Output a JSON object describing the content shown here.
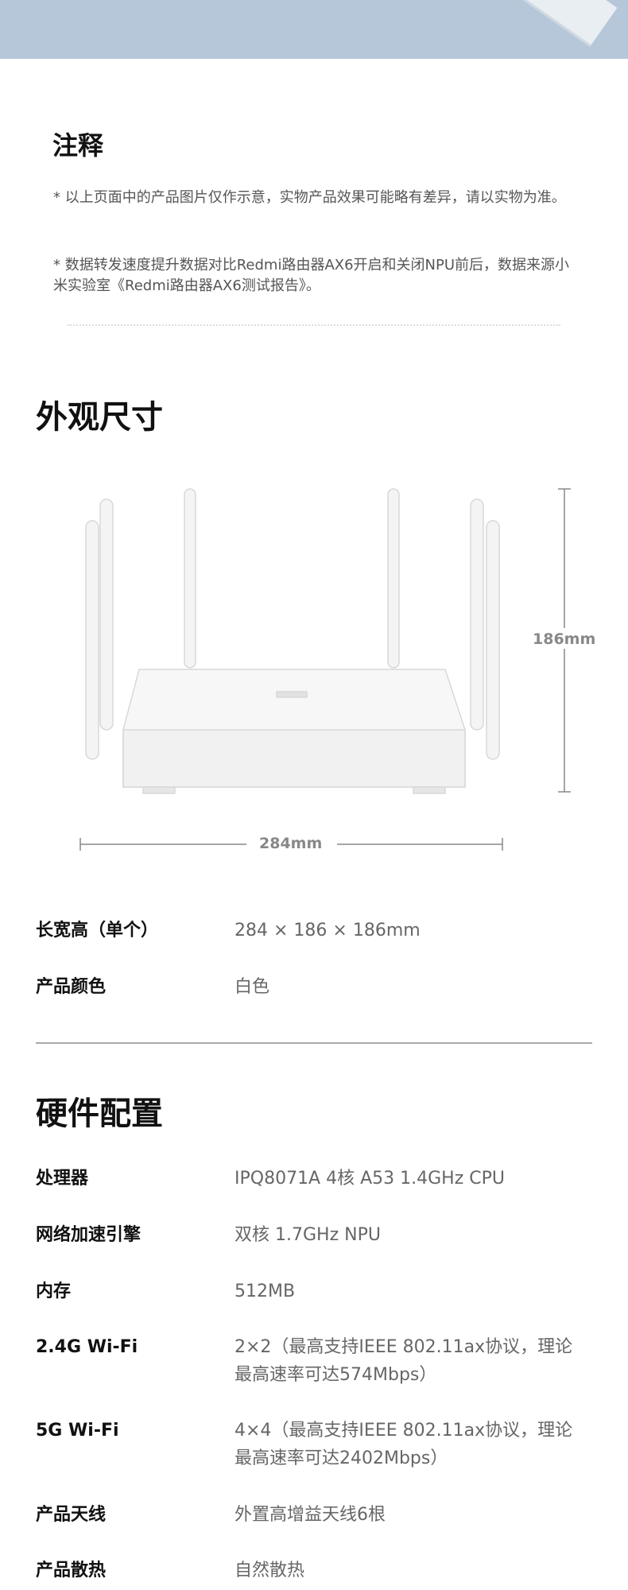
{
  "notes": {
    "title": "注释",
    "items": [
      "* 以上页面中的产品图片仅作示意，实物产品效果可能略有差异，请以实物为准。",
      "* 数据转发速度提升数据对比Redmi路由器AX6开启和关闭NPU前后，数据来源小米实验室《Redmi路由器AX6测试报告》。"
    ]
  },
  "appearance": {
    "title": "外观尺寸",
    "height_label": "186mm",
    "width_label": "284mm",
    "rows": [
      {
        "k": "长宽高（单个）",
        "v": "284 × 186 × 186mm"
      },
      {
        "k": "产品颜色",
        "v": "白色"
      }
    ]
  },
  "hardware": {
    "title": "硬件配置",
    "rows": [
      {
        "k": "处理器",
        "v": "IPQ8071A 4核 A53 1.4GHz CPU"
      },
      {
        "k": "网络加速引擎",
        "v": "双核 1.7GHz NPU"
      },
      {
        "k": "内存",
        "v": "512MB"
      },
      {
        "k": "2.4G Wi-Fi",
        "v": "2×2（最高支持IEEE 802.11ax协议，理论最高速率可达574Mbps）"
      },
      {
        "k": "5G Wi-Fi",
        "v": "4×4（最高支持IEEE 802.11ax协议，理论最高速率可达2402Mbps）"
      },
      {
        "k": "产品天线",
        "v": "外置高增益天线6根"
      },
      {
        "k": "产品散热",
        "v": "自然散热"
      }
    ]
  }
}
